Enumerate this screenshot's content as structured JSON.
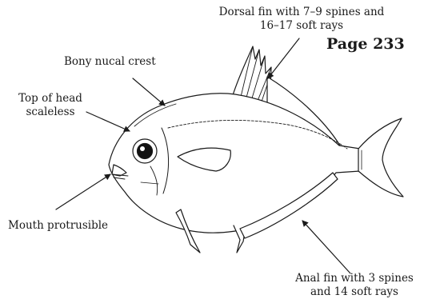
{
  "page": {
    "page_label": "Page 233"
  },
  "callouts": {
    "dorsal_fin": {
      "line1": "Dorsal fin with 7–9 spines and",
      "line2": "16–17 soft rays"
    },
    "nuchal_crest": {
      "text": "Bony nucal crest"
    },
    "head": {
      "line1": "Top of head",
      "line2": "scaleless"
    },
    "mouth": {
      "text": "Mouth protrusible"
    },
    "anal_fin": {
      "line1": "Anal fin with 3 spines",
      "line2": "and 14 soft rays"
    }
  },
  "colors": {
    "ink": "#1a1a1a",
    "background": "#ffffff"
  },
  "icons": {
    "arrows": "arrow-icon",
    "illustration": "fish-illustration-icon"
  }
}
